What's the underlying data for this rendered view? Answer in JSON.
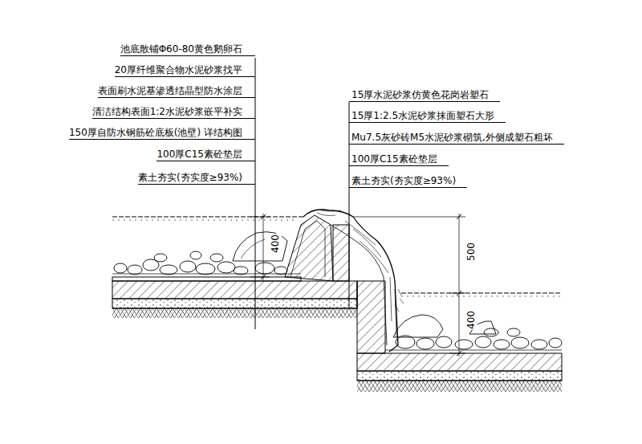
{
  "diagram": {
    "labels": [
      "池底散铺Φ60-80黄色鹅卵石",
      "20厚纤维聚合物水泥砂浆找平",
      "表面刷水泥基渗透结晶型防水涂层",
      "清洁结构表面1:2水泥砂浆嵌平补实",
      "150厚自防水钢筋砼底板(池壁) 详结构图",
      "100厚C15素砼垫层",
      "素土夯实(夯实度≥93%)",
      "15厚水泥砂浆仿黄色花岗岩塑石",
      "15厚1:2.5水泥砂浆抹面塑石大形",
      "Mu7.5灰砂砖M5水泥砂浆砌筑,外侧成塑石粗坏",
      "100厚C15素砼垫层",
      "素土夯实(夯实度≥93%)",
      "400",
      "500",
      "400"
    ]
  }
}
